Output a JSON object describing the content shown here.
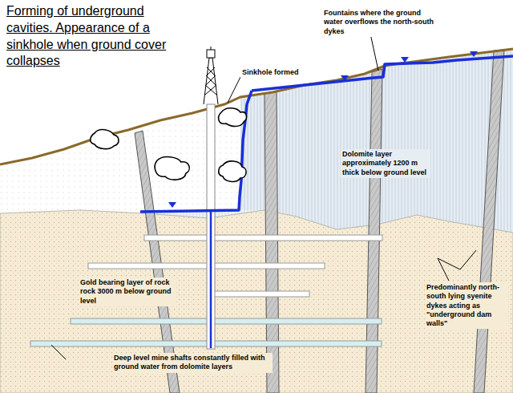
{
  "diagram": {
    "title": "Forming of underground cavities. Appearance of a sinkhole when ground cover collapses",
    "labels": [
      "Sinkhole formed",
      "Fountains where the ground water overflows the north-south dykes",
      "Dolomite layer approximately 1200 m thick below ground level",
      "Gold bearing layer of rock rock 3000 m below ground level",
      "Predominantly north-south lying syenite dykes acting as \"underground dam walls\"",
      "Deep level mine shafts constantly filled with ground water from dolomite layers"
    ]
  }
}
